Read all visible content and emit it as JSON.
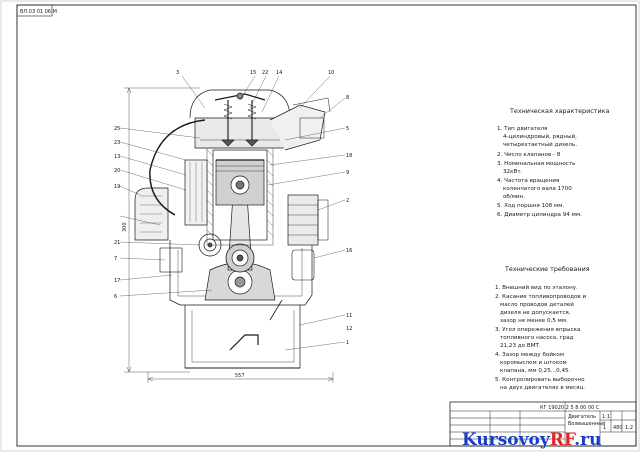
{
  "corner_code": "ВЛ.03 01 06.М",
  "dimensions": {
    "overall_height": "300",
    "overall_width": "557"
  },
  "callouts": [
    "3",
    "15",
    "22",
    "14",
    "10",
    "8",
    "5",
    "25",
    "23",
    "13",
    "20",
    "19",
    "18",
    "9",
    "2",
    "21",
    "7",
    "17",
    "6",
    "16",
    "11",
    "12",
    "1"
  ],
  "specs": {
    "title": "Техническая характеристика",
    "items": [
      "1. Тип двигателя",
      "4-цилиндровый, рядный,",
      "четырехтактный дизель.",
      "2. Число клапанов - 8",
      "3. Номинальная мощность",
      "32кВт.",
      "4. Частота вращения",
      "коленчатого вала 1700",
      "об/мин.",
      "5. Ход поршня 108 мм.",
      "6. Диаметр цилиндра 94 мм."
    ]
  },
  "requirements": {
    "title": "Технические требования",
    "items": [
      "1. Внешний вид по эталону.",
      "2. Касание топливопроводов и",
      "масло проводов деталей",
      "дизеля не допускается,",
      "зазор не менее 0,5 мм.",
      "3. Угол опережения впрыска",
      "топливного насоса, град",
      "21,23 до ВМТ.",
      "4. Зазор между бойком",
      "коромыслом и штоком",
      "клапана, мм 0,25...0,45.",
      "5. Контролировать выборочно",
      "на двух двигателях в месяц."
    ]
  },
  "title_block": {
    "doc_code": "КГ 19020 2 5 8 00 00 С",
    "name_line1": "Двигатель",
    "name_line2": "Возвышенный",
    "sheet_label": "1:1",
    "sheet_no": "1",
    "scale": "1:2",
    "mass": "480"
  },
  "watermark": {
    "part1": "Kursovoy",
    "part2": "RF",
    "part3": ".ru"
  },
  "colors": {
    "line": "#1a1a1a",
    "watermark_blue": "#1a3cc4",
    "watermark_red": "#e2242a"
  }
}
